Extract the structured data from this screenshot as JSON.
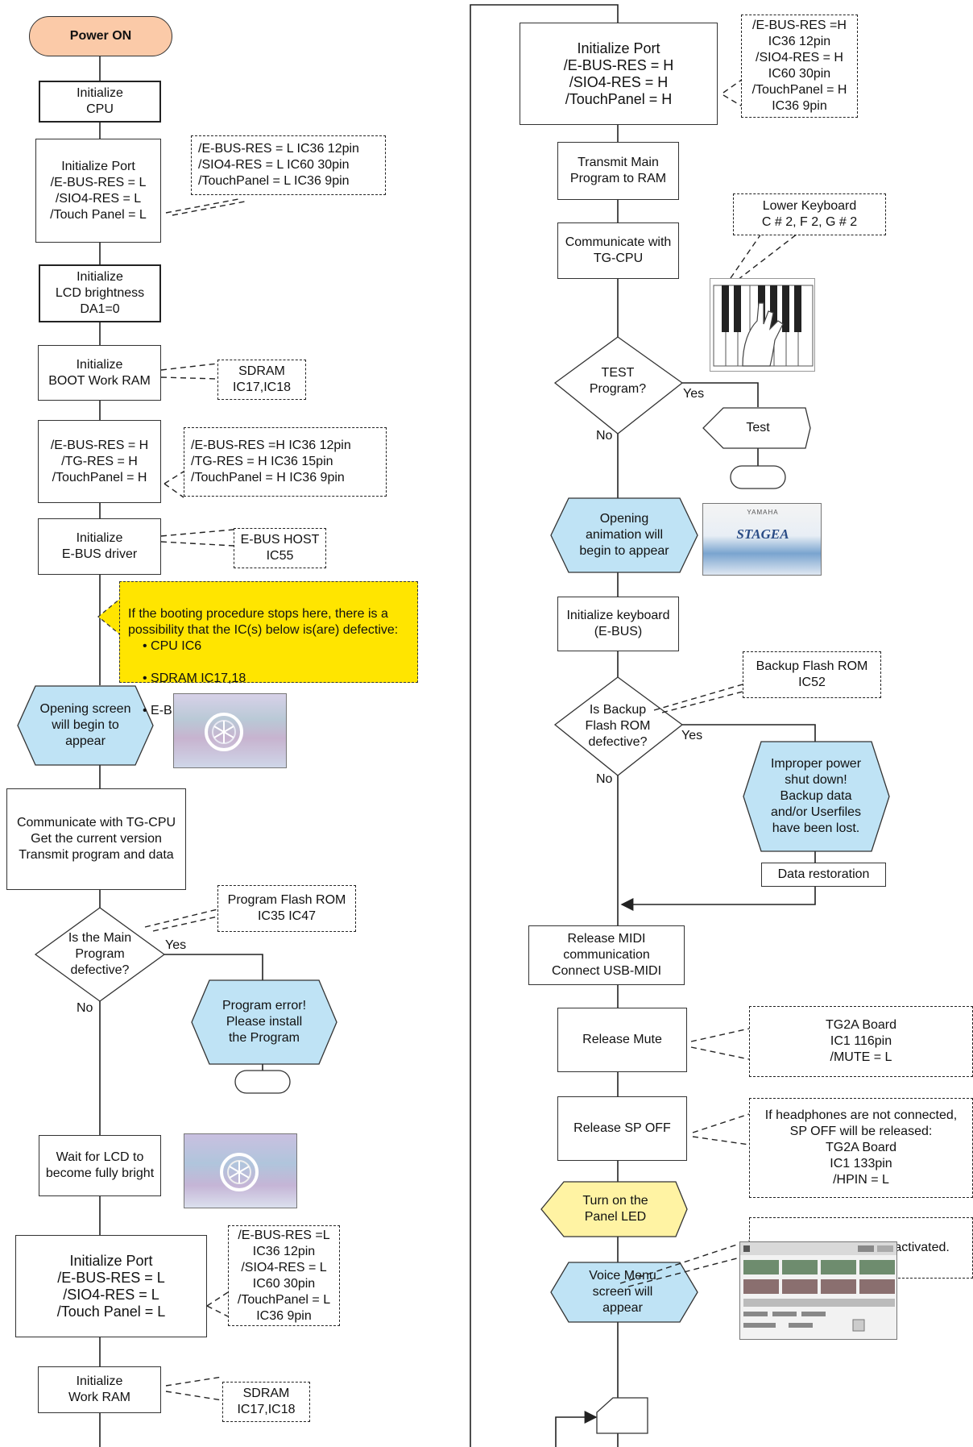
{
  "colors": {
    "start_fill": "#fbcaa8",
    "display_fill": "#bfe3f5",
    "led_fill": "#fff3a3",
    "warning_fill": "#ffe500",
    "line": "#222222"
  },
  "left": {
    "power_on": "Power ON",
    "init_cpu": "Initialize\nCPU",
    "init_port_1": "Initialize Port\n/E-BUS-RES = L\n/SIO4-RES = L\n/Touch Panel = L",
    "note_port_1": "/E-BUS-RES = L  IC36 12pin\n/SIO4-RES = L    IC60 30pin\n/TouchPanel = L  IC36 9pin",
    "init_lcd": "Initialize\nLCD brightness\nDA1=0",
    "init_boot_ram": "Initialize\nBOOT Work RAM",
    "note_sdram_1": "SDRAM\nIC17,IC18",
    "set_high": "/E-BUS-RES = H\n/TG-RES = H\n/TouchPanel = H",
    "note_high": "/E-BUS-RES =H   IC36 12pin\n/TG-RES = H       IC36 15pin\n/TouchPanel = H  IC36  9pin",
    "init_ebus": "Initialize\nE-BUS driver",
    "note_ebus": "E-BUS HOST\nIC55",
    "warning": {
      "text": "If the booting procedure stops here, there is a\npossibility that the IC(s) below is(are) defective:",
      "items": [
        "CPU   IC6",
        "SDRAM IC17,18",
        "E-BUS IC55"
      ]
    },
    "opening_screen": "Opening screen\nwill begin to\nappear",
    "communicate": "Communicate with TG-CPU\nGet the current version\nTransmit program and data",
    "note_flash": "Program Flash ROM\nIC35 IC47",
    "decision_main": "Is the Main\nProgram\ndefective?",
    "yes": "Yes",
    "no": "No",
    "program_error": "Program error!\nPlease install\nthe Program",
    "wait_lcd": "Wait for LCD to\nbecome fully bright",
    "init_port_2": "Initialize Port\n/E-BUS-RES = L\n/SIO4-RES = L\n/Touch Panel = L",
    "note_port_2": "/E-BUS-RES =L\nIC36 12pin\n/SIO4-RES = L\nIC60 30pin\n/TouchPanel = L\nIC36 9pin",
    "init_work_ram": "Initialize\nWork RAM",
    "note_sdram_2": "SDRAM\nIC17,IC18"
  },
  "right": {
    "init_port_3": "Initialize Port\n/E-BUS-RES = H\n/SIO4-RES = H\n/TouchPanel = H",
    "note_port_3": "/E-BUS-RES =H\nIC36 12pin\n/SIO4-RES = H\nIC60 30pin\n/TouchPanel = H\nIC36 9pin",
    "transmit_main": "Transmit Main\nProgram to RAM",
    "communicate_tg": "Communicate with\nTG-CPU",
    "note_lower_kbd": "Lower Keyboard\nC # 2,  F 2,  G # 2",
    "decision_test": "TEST\nProgram?",
    "yes": "Yes",
    "no": "No",
    "test": "Test",
    "opening_animation": "Opening\nanimation will\nbegin to appear",
    "stagea_logo": "STAGEA",
    "yamaha_logo": "YAMAHA",
    "init_keyboard": "Initialize keyboard\n(E-BUS)",
    "note_backup": "Backup Flash ROM\nIC52",
    "decision_backup": "Is Backup\nFlash ROM\ndefective?",
    "improper_power": "Improper power\nshut down!\nBackup data\nand/or Userfiles\nhave been lost.",
    "data_restoration": "Data restoration",
    "release_midi": "Release MIDI\ncommunication\nConnect USB-MIDI",
    "release_mute": "Release Mute",
    "note_mute": "TG2A Board\nIC1 116pin\n/MUTE = L",
    "release_sp": "Release SP OFF",
    "note_sp": "If headphones are not connected,\nSP OFF will be released:\nTG2A Board\nIC1 133pin\n/HPIN = L",
    "turn_on_led": "Turn on the\nPanel LED",
    "note_keyboard": "The keyboard will be activated.",
    "voice_menu": "Voice Menu\nscreen will\nappear"
  }
}
